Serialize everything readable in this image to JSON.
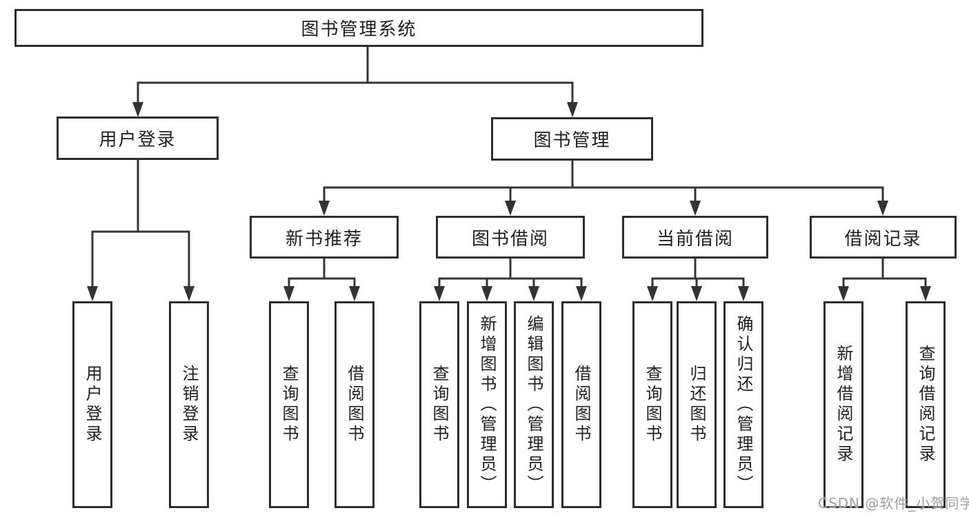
{
  "diagram": {
    "root": {
      "label": "图书管理系统"
    },
    "level2": {
      "userLogin": {
        "label": "用户登录"
      },
      "bookMgmt": {
        "label": "图书管理"
      }
    },
    "level3": {
      "newBooks": {
        "label": "新书推荐"
      },
      "bookBorrow": {
        "label": "图书借阅"
      },
      "currentBorrow": {
        "label": "当前借阅"
      },
      "borrowRecords": {
        "label": "借阅记录"
      }
    },
    "leaves": {
      "userLogin": [
        "用户登录",
        "注销登录"
      ],
      "newBooks": [
        "查询图书",
        "借阅图书"
      ],
      "bookBorrow": [
        "查询图书",
        "新增图书（管理员）",
        "编辑图书（管理员）",
        "借阅图书"
      ],
      "currentBorrow": [
        "查询图书",
        "归还图书",
        "确认归还（管理员）"
      ],
      "borrowRecords": [
        "新增借阅记录",
        "查询借阅记录"
      ]
    }
  },
  "watermark": "CSDN @软件_小贺同学",
  "colors": {
    "line": "#333333",
    "border": "#2d2d2d",
    "text": "#1f1f1f",
    "background": "#ffffff",
    "watermark": "#9e9e9e"
  }
}
